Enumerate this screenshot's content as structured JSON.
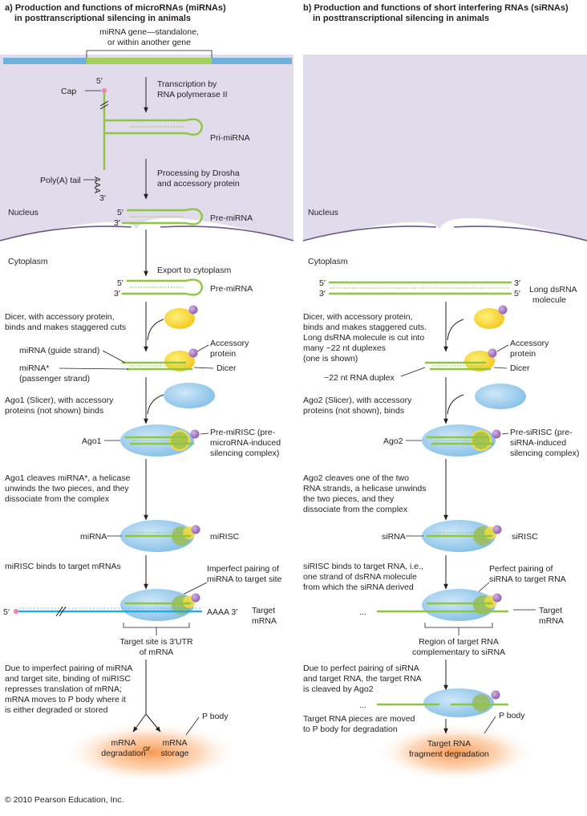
{
  "panel_a": {
    "title_line1": "a) Production and functions of microRNAs (miRNAs)",
    "title_line2": "in posttranscriptional silencing in animals",
    "gene_label_line1": "miRNA gene—standalone,",
    "gene_label_line2": "or within another gene",
    "five_prime": "5′",
    "three_prime": "3′",
    "cap": "Cap",
    "polya_tail": "Poly(A) tail",
    "aaa": "AAA",
    "transcription_line1": "Transcription by",
    "transcription_line2": "RNA polymerase II",
    "pri_mirna": "Pri-miRNA",
    "processing_line1": "Processing by Drosha",
    "processing_line2": "and accessory protein",
    "pre_mirna": "Pre-miRNA",
    "nucleus": "Nucleus",
    "cytoplasm": "Cytoplasm",
    "export": "Export to cytoplasm",
    "pre_mirna_2": "Pre-miRNA",
    "dicer_text_line1": "Dicer, with accessory protein,",
    "dicer_text_line2": "binds and makes staggered cuts",
    "guide_strand": "miRNA (guide strand)",
    "passenger_line1": "miRNA*",
    "passenger_line2": "(passenger strand)",
    "accessory_line1": "Accessory",
    "accessory_line2": "protein",
    "dicer": "Dicer",
    "ago_text_line1": "Ago1 (Slicer), with accessory",
    "ago_text_line2": "proteins (not shown) binds",
    "ago1": "Ago1",
    "premirisc_line1": "Pre-miRISC (pre-",
    "premirisc_line2": "microRNA-induced",
    "premirisc_line3": "silencing complex)",
    "cleave_line1": "Ago1 cleaves miRNA*, a helicase",
    "cleave_line2": "unwinds the two pieces, and they",
    "cleave_line3": "dissociate from the complex",
    "mirna": "miRNA",
    "mirisc": "miRISC",
    "binds_text": "miRISC binds to target mRNAs",
    "imperfect_line1": "Imperfect pairing of",
    "imperfect_line2": "miRNA to target site",
    "aaaa3": "AAAA  3′",
    "target_line1": "Target",
    "target_line2": "mRNA",
    "target_site_line1": "Target site is 3′UTR",
    "target_site_line2": "of mRNA",
    "due_line1": "Due to imperfect pairing of miRNA",
    "due_line2": "and target site, binding of miRISC",
    "due_line3": "represses translation of mRNA;",
    "due_line4": "mRNA moves to P body where it",
    "due_line5": "is either degraded or stored",
    "p_body": "P body",
    "degradation_line1": "mRNA",
    "degradation_line2": "degradation",
    "or": "or",
    "storage_line1": "mRNA",
    "storage_line2": "storage"
  },
  "panel_b": {
    "title_line1": "b) Production and functions of short interfering RNAs (siRNAs)",
    "title_line2": "in posttranscriptional silencing in animals",
    "nucleus": "Nucleus",
    "cytoplasm": "Cytoplasm",
    "five_prime": "5′",
    "three_prime": "3′",
    "long_dsrna_line1": "Long dsRNA",
    "long_dsrna_line2": "molecule",
    "dicer_text_line1": "Dicer, with accessory protein,",
    "dicer_text_line2": "binds and makes staggered cuts.",
    "dicer_text_line3": "Long dsRNA molecule is cut into",
    "dicer_text_line4": "many ~22 nt duplexes",
    "dicer_text_line5": "(one is shown)",
    "accessory_line1": "Accessory",
    "accessory_line2": "protein",
    "dicer": "Dicer",
    "duplex": "~22 nt RNA duplex",
    "ago_text_line1": "Ago2 (Slicer), with accessory",
    "ago_text_line2": "proteins (not shown), binds",
    "ago2": "Ago2",
    "presirisc_line1": "Pre-siRISC (pre-",
    "presirisc_line2": "siRNA-induced",
    "presirisc_line3": "silencing complex)",
    "cleave_line1": "Ago2 cleaves one of the two",
    "cleave_line2": "RNA strands, a helicase unwinds",
    "cleave_line3": "the two pieces, and they",
    "cleave_line4": "dissociate from the complex",
    "sirna": "siRNA",
    "sirisc": "siRISC",
    "binds_line1": "siRISC binds to target RNA, i.e.,",
    "binds_line2": "one strand of dsRNA molecule",
    "binds_line3": "from which the siRNA derived",
    "perfect_line1": "Perfect pairing of",
    "perfect_line2": "siRNA to target RNA",
    "dots": "...",
    "target_line1": "Target",
    "target_line2": "mRNA",
    "region_line1": "Region of target RNA",
    "region_line2": "complementary to siRNA",
    "due_line1": "Due to perfect pairing of siRNA",
    "due_line2": "and target RNA, the target RNA",
    "due_line3": "is cleaved by Ago2",
    "dots2": "...",
    "pieces_line1": "Target RNA pieces are moved",
    "pieces_line2": "to P body for degradation",
    "p_body": "P body",
    "fragment_line1": "Target RNA",
    "fragment_line2": "fragment degradation"
  },
  "footer": {
    "copyright": "© 2010 Pearson Education, Inc."
  },
  "colors": {
    "rna_green": "#8dc63f",
    "gene_green": "#a4d05a",
    "dna_blue": "#6fb2dc",
    "mrna_blue": "#29abe2",
    "nucleus_lavender": "#e2dbec",
    "nuclear_envelope": "#6a5a8c",
    "ago_blue": "#a9d3ef",
    "dicer_yellow": "#f7de3c",
    "accessory_purple": "#a374bd",
    "cap_pink": "#e889b5",
    "p_body_orange": "#f7944a"
  }
}
